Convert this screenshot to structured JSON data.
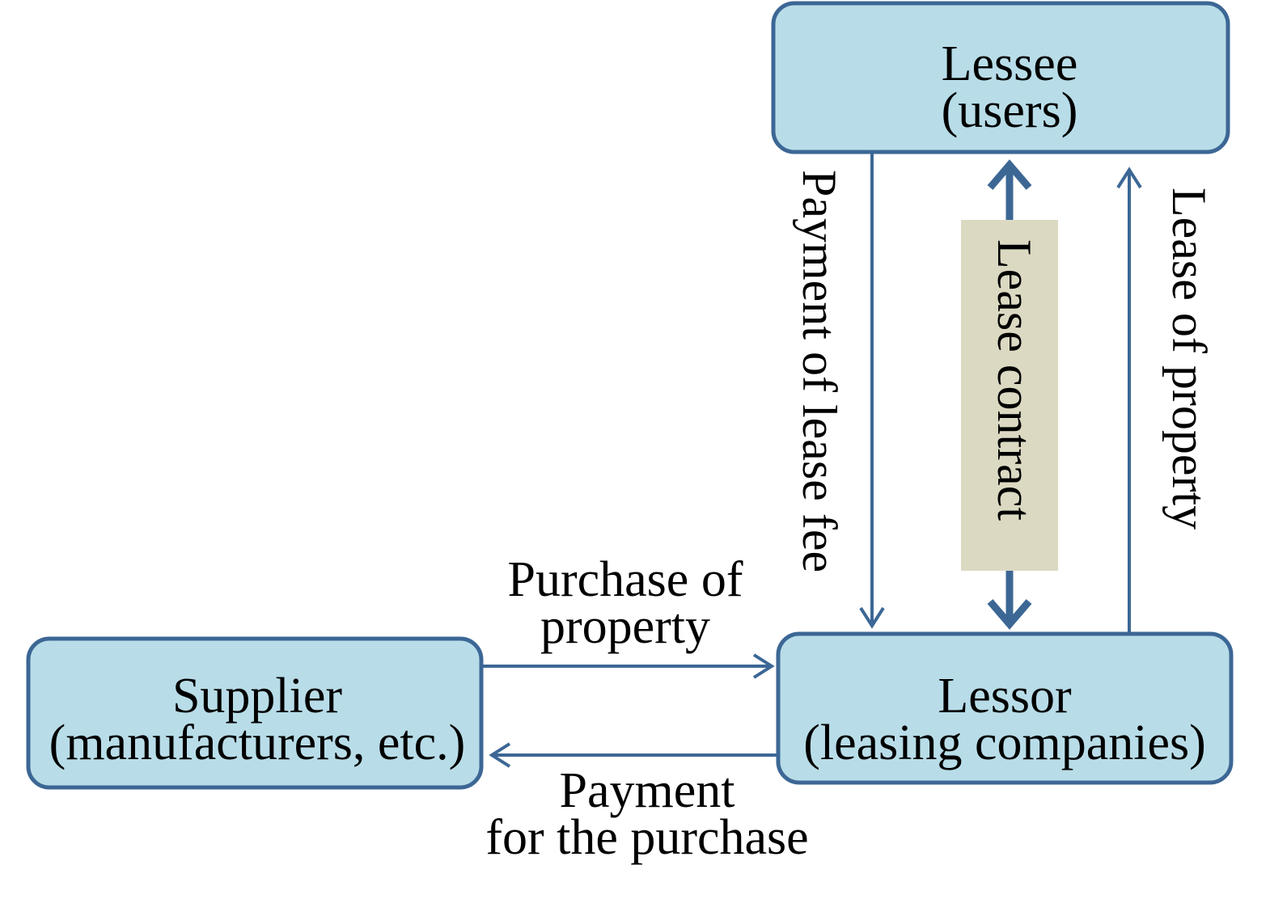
{
  "colors": {
    "box_fill": "#b8dde8",
    "box_stroke": "#3c6795",
    "arrow": "#3c6795",
    "contract_fill": "#dcd9c2",
    "text": "#000000",
    "background": "#ffffff"
  },
  "nodes": {
    "lessee": {
      "line1": "Lessee",
      "line2": "(users)"
    },
    "lessor": {
      "line1": "Lessor",
      "line2": "(leasing companies)"
    },
    "supplier": {
      "line1": "Supplier",
      "line2": "(manufacturers, etc.)"
    }
  },
  "edges": {
    "purchase_of_property": {
      "line1": "Purchase of",
      "line2": "property"
    },
    "payment_for_purchase": {
      "line1": "Payment",
      "line2": "for the purchase"
    },
    "payment_of_lease_fee": {
      "label": "Payment of lease fee"
    },
    "lease_contract": {
      "label": "Lease contract"
    },
    "lease_of_property": {
      "label": "Lease of property"
    }
  }
}
